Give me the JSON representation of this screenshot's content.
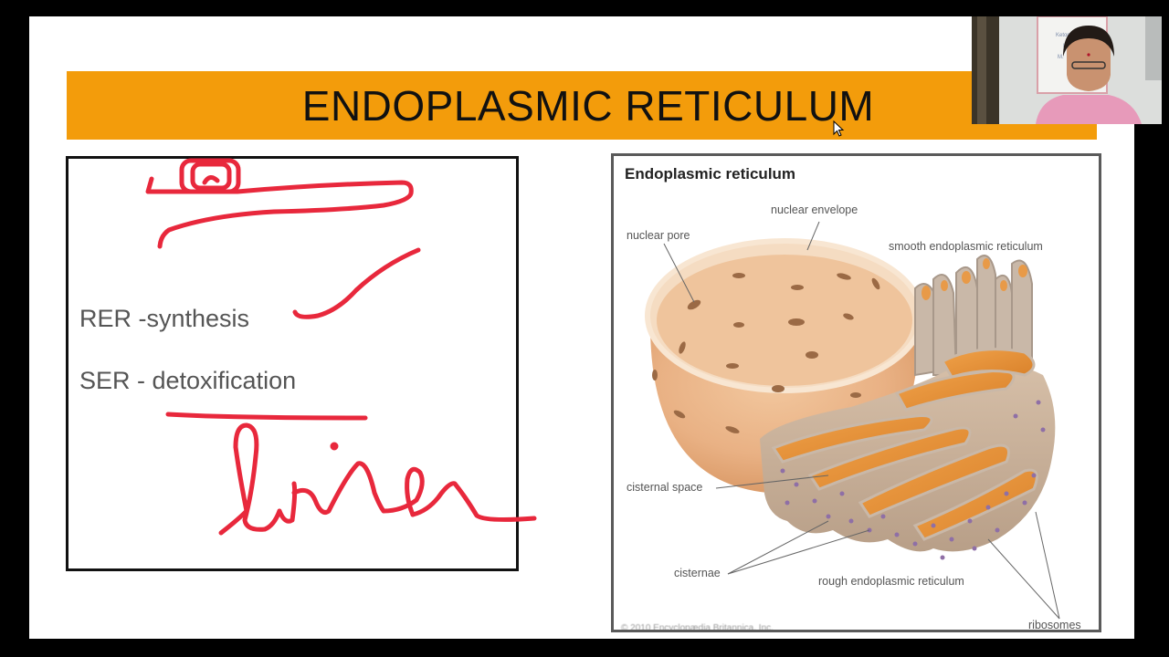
{
  "slide": {
    "title": "ENDOPLASMIC RETICULUM",
    "colors": {
      "title_bar": "#f39c0b",
      "ink": "#e8283c",
      "background": "#ffffff"
    },
    "notes": {
      "lines": [
        "RER -synthesis",
        "SER - detoxification"
      ],
      "handwritten_annotation": "liver"
    },
    "figure": {
      "title": "Endoplasmic reticulum",
      "labels": {
        "nuclear_envelope": "nuclear envelope",
        "nuclear_pore": "nuclear pore",
        "smooth_er": "smooth endoplasmic reticulum",
        "cisternal_space": "cisternal space",
        "cisternae": "cisternae",
        "rough_er": "rough endoplasmic reticulum",
        "ribosomes": "ribosomes"
      },
      "copyright": "© 2010 Encyclopædia Britannica, Inc."
    }
  },
  "webcam": {
    "label": "presenter video"
  }
}
